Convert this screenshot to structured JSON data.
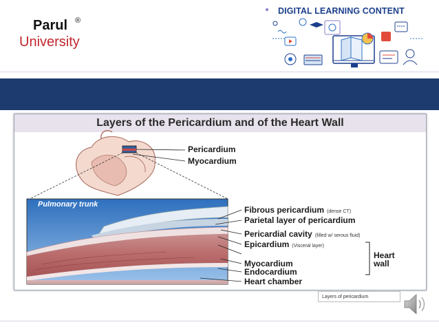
{
  "header": {
    "logo": {
      "name": "Parul",
      "registered": "®",
      "university": "University"
    },
    "brand_title": "DIGITAL LEARNING CONTENT"
  },
  "slide": {
    "diagram": {
      "title": "Layers of the Pericardium and of the Heart Wall",
      "labels": {
        "pericardium": "Pericardium",
        "myocardium_top": "Myocardium",
        "pulmonary_trunk": "Pulmonary trunk",
        "fibrous": "Fibrous pericardium",
        "fibrous_note": "(dense CT)",
        "parietal": "Parietal layer of pericardium",
        "cavity": "Pericardial cavity",
        "cavity_note": "(filled w/ serous fluid)",
        "epicardium": "Epicardium",
        "epicardium_note": "(Visceral layer)",
        "myocardium": "Myocardium",
        "endocardium": "Endocardium",
        "heart_chamber": "Heart chamber",
        "heart_wall": "Heart wall"
      }
    },
    "caption": "Layers of pericardium"
  },
  "colors": {
    "band": "#1d3b6e",
    "brand_blue": "#1c3f8c",
    "logo_red": "#c0262c"
  },
  "icons": [
    "speaker-icon"
  ]
}
